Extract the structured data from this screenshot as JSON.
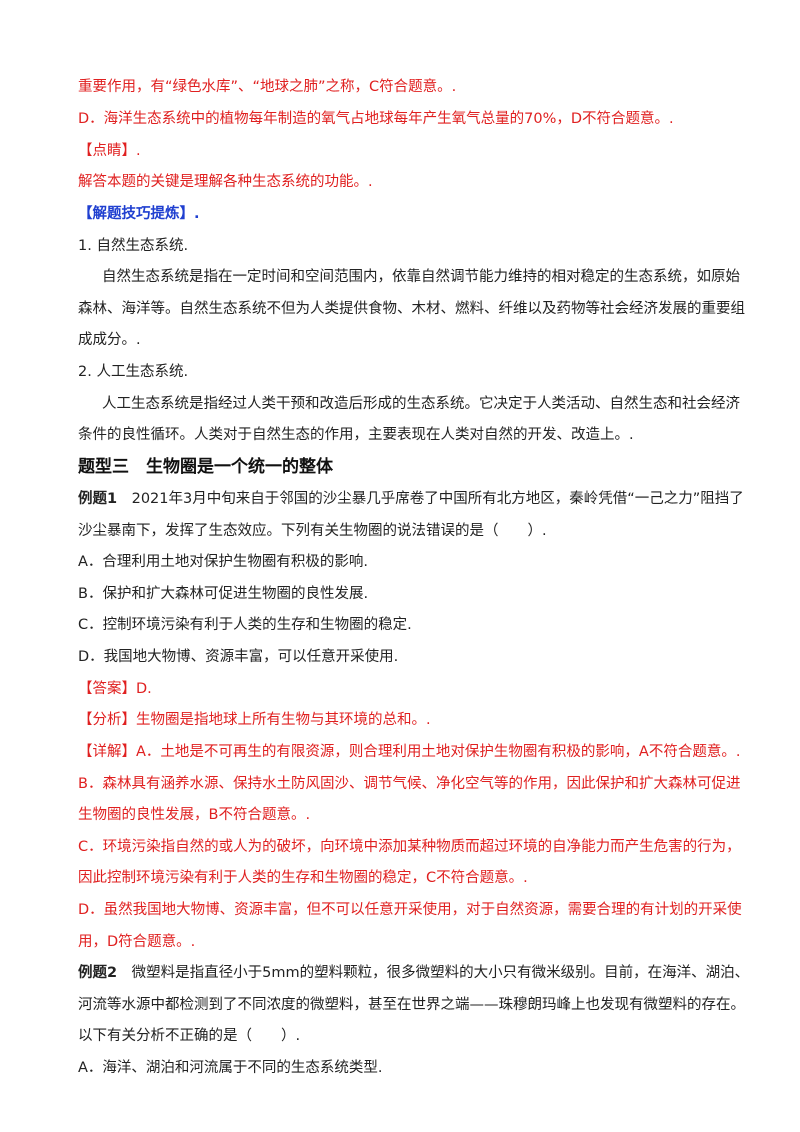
{
  "lines": [
    "重要作用，有“绿色水库”、“地球之肺”之称，C符合题意。.",
    "D．海洋生态系统中的植物每年制造的氧气占地球每年产生氧气总量的70%，D不符合题意。.",
    "【点睛】.",
    "解答本题的关键是理解各种生态系统的功能。.",
    "【解题技巧提炼】.",
    "1. 自然生态系统.",
    "自然生态系统是指在一定时间和空间范围内，依靠自然调节能力维持的相对稳定的生态系统，如原始",
    "森林、海洋等。自然生态系统不但为人类提供食物、木材、燃料、纤维以及药物等社会经济发展的重要组",
    "成成分。.",
    "2. 人工生态系统.",
    "人工生态系统是指经过人类干预和改造后形成的生态系统。它决定于人类活动、自然生态和社会经济",
    "条件的良性循环。人类对于自然生态的作用，主要表现在人类对自然的开发、改造上。.",
    "题型三　生物圈是一个统一的整体",
    "例题1　2021年3月中旬来自于邻国的沙尘暴几乎席卷了中国所有北方地区，秦岭凭借“一己之力”阻挡了",
    "沙尘暴南下，发挥了生态效应。下列有关生物圈的说法错误的是（　　）.",
    "A．合理利用土地对保护生物圈有积极的影响.",
    "B．保护和扩大森林可促进生物圈的良性发展.",
    "C．控制环境污染有利于人类的生存和生物圈的稳定.",
    "D．我国地大物博、资源丰富，可以任意开采使用.",
    "【答案】D.",
    "【分析】生物圈是指地球上所有生物与其环境的总和。.",
    "【详解】A．土地是不可再生的有限资源，则合理利用土地对保护生物圈有积极的影响，A不符合题意。.",
    "B．森林具有涵养水源、保持水土防风固沙、调节气候、净化空气等的作用，因此保护和扩大森林可促进",
    "生物圈的良性发展，B不符合题意。.",
    "C．环境污染指自然的或人为的破坏，向环境中添加某种物质而超过环境的自净能力而产生危害的行为，",
    "因此控制环境污染有利于人类的生存和生物圈的稳定，C不符合题意。.",
    "D．虽然我国地大物博、资源丰富，但不可以任意开采使用，对于自然资源，需要合理的有计划的开采使",
    "用，D符合题意。.",
    "例题2　微塑料是指直径小于5mm的塑料颗粒，很多微塑料的大小只有微米级别。目前，在海洋、湖泊、",
    "河流等水源中都检测到了不同浓度的微塑料，甚至在世界之端——珠穆朗玛峰上也发现有微塑料的存在。",
    "以下有关分析不正确的是（　　）.",
    "A．海洋、湖泊和河流属于不同的生态系统类型."
  ]
}
